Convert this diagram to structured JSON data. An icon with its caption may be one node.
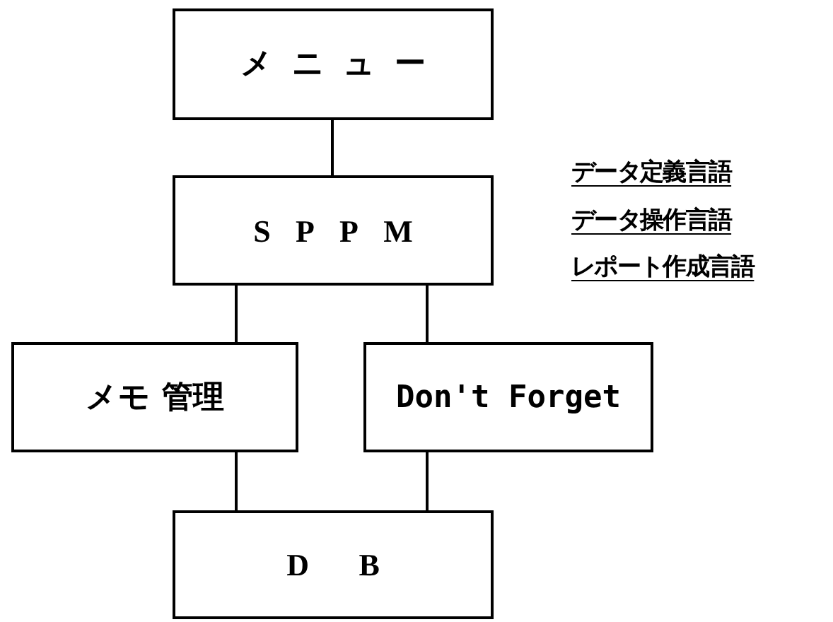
{
  "diagram": {
    "nodes": [
      {
        "text": [
          "メニュー"
        ]
      },
      {
        "text": [
          "SPPM"
        ]
      },
      {
        "text": [
          "メモ 管理"
        ]
      },
      {
        "text": [
          "Don't Forget"
        ]
      },
      {
        "text": [
          "DB"
        ]
      }
    ],
    "edges": [
      {
        "from": 0,
        "to": 1,
        "arrow": "none"
      },
      {
        "from": 1,
        "to": 2,
        "arrow": "none"
      },
      {
        "from": 1,
        "to": 3,
        "arrow": "none"
      },
      {
        "from": 2,
        "to": 4,
        "arrow": "none"
      },
      {
        "from": 3,
        "to": 4,
        "arrow": "none"
      }
    ],
    "labels": [
      "データ定義言語",
      "データ操作言語",
      "レポート作成言語"
    ]
  }
}
